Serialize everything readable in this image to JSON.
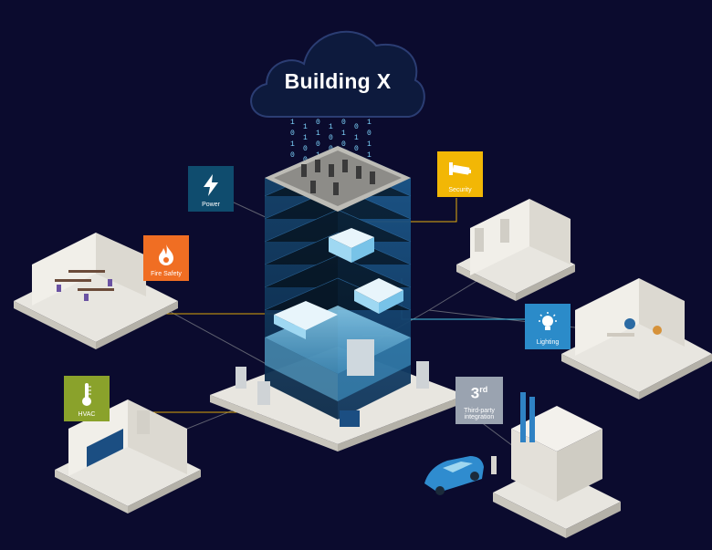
{
  "diagram": {
    "title": "Building X",
    "binary_stream": [
      "1",
      "0",
      "1",
      "0",
      "1",
      "1",
      "0",
      "0",
      "1",
      "0",
      "1",
      "0",
      "1",
      "1",
      "0",
      "1",
      "0",
      "0",
      "1",
      "0",
      "1",
      "0",
      "1",
      "1",
      "0",
      "1",
      "0",
      "1"
    ],
    "badges": [
      {
        "id": "power",
        "label": "Power",
        "icon": "lightning-bolt-icon",
        "color": "#0f4c6e"
      },
      {
        "id": "security",
        "label": "Security",
        "icon": "security-camera-icon",
        "color": "#f2b705"
      },
      {
        "id": "fire",
        "label": "Fire Safety",
        "icon": "flame-icon",
        "color": "#f06e23"
      },
      {
        "id": "lighting",
        "label": "Lighting",
        "icon": "light-bulb-icon",
        "color": "#2b8bc9"
      },
      {
        "id": "hvac",
        "label": "HVAC",
        "icon": "thermometer-icon",
        "color": "#8aa22b"
      },
      {
        "id": "third_party",
        "label_main": "3",
        "label_sup": "rd",
        "label_line1": "Third-party",
        "label_line2": "integration",
        "icon": "third-party-icon",
        "color": "#9aa3b0"
      }
    ],
    "colors": {
      "background": "#0b0b2e",
      "connector": "#5f6170",
      "highlight_connector": "#f2b705",
      "tower": "#1b4f80",
      "floor": "#e8e6e0"
    }
  }
}
